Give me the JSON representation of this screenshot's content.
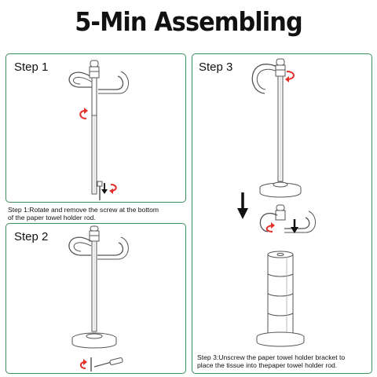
{
  "title": "5-Min Assembling",
  "steps": [
    {
      "label": "Step 1",
      "caption_line1": "Step 1:Rotate and remove the screw at the bottom",
      "caption_line2": "of the paper towel holder rod."
    },
    {
      "label": "Step 2"
    },
    {
      "label": "Step 3",
      "caption_line1": "Step 3:Unscrew the paper towel holder bracket to",
      "caption_line2": "place the tissue into thepaper towel holder rod."
    }
  ],
  "colors": {
    "border": "#3e8f5f",
    "arrow_red": "#e0302a",
    "line": "#555555",
    "black": "#111111"
  },
  "icons": [
    "rotate-arrow-icon",
    "down-arrow-icon"
  ]
}
